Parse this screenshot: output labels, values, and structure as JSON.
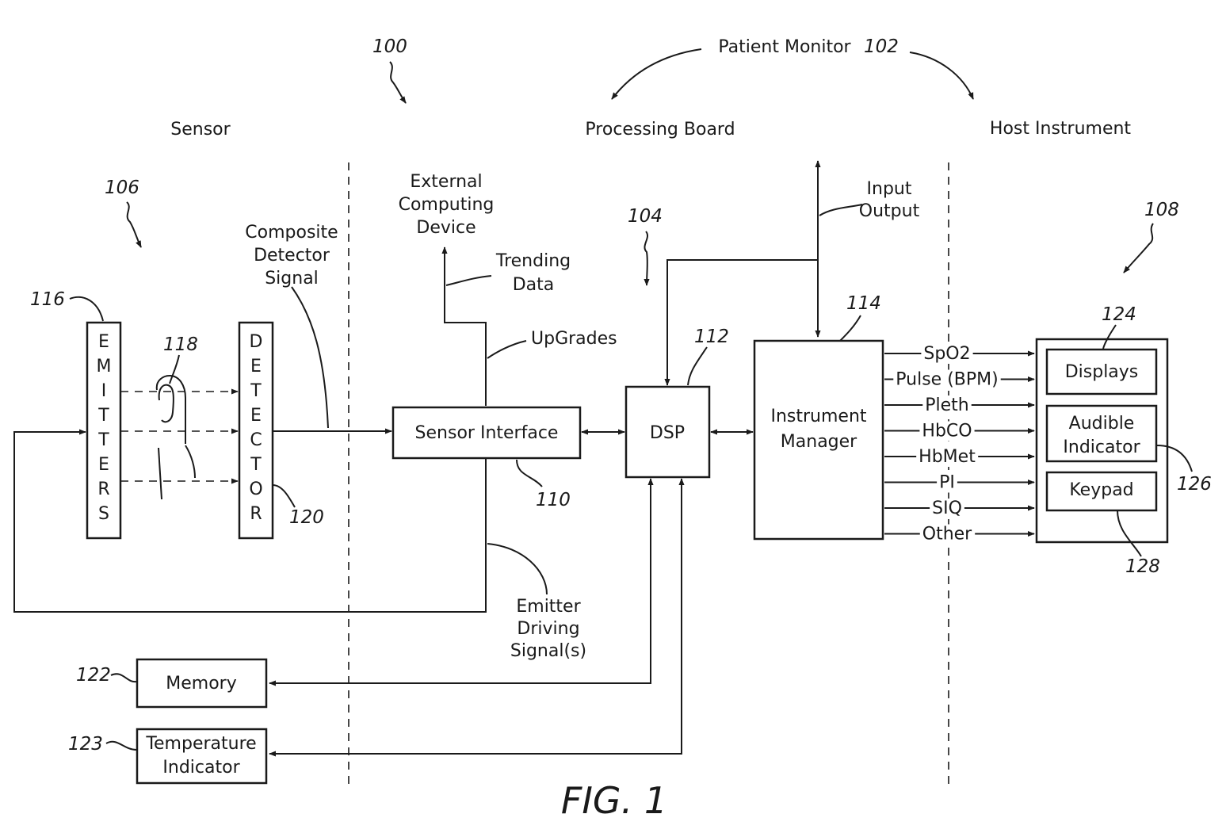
{
  "figure_label": "FIG. 1",
  "refs": {
    "system": "100",
    "patient_monitor": "102",
    "processing_board": "104",
    "sensor": "106",
    "host_instrument": "108",
    "sensor_interface": "110",
    "dsp": "112",
    "instrument_manager": "114",
    "emitters": "116",
    "finger": "118",
    "detector": "120",
    "memory": "122",
    "temperature_indicator": "123",
    "displays": "124",
    "audible_indicator": "126",
    "keypad": "128"
  },
  "headers": {
    "patient_monitor": "Patient Monitor",
    "sensor": "Sensor",
    "processing_board": "Processing Board",
    "host_instrument": "Host Instrument"
  },
  "blocks": {
    "emitters": [
      "E",
      "M",
      "I",
      "T",
      "T",
      "E",
      "R",
      "S"
    ],
    "detector": [
      "D",
      "E",
      "T",
      "E",
      "C",
      "T",
      "O",
      "R"
    ],
    "sensor_interface": "Sensor Interface",
    "dsp": "DSP",
    "instrument_manager": [
      "Instrument",
      "Manager"
    ],
    "memory": "Memory",
    "temperature_indicator": [
      "Temperature",
      "Indicator"
    ],
    "displays": "Displays",
    "audible_indicator": [
      "Audible",
      "Indicator"
    ],
    "keypad": "Keypad"
  },
  "annotations": {
    "composite_signal": [
      "Composite",
      "Detector",
      "Signal"
    ],
    "external_device": [
      "External",
      "Computing",
      "Device"
    ],
    "trending_data": [
      "Trending",
      "Data"
    ],
    "upgrades": "UpGrades",
    "emitter_driving": [
      "Emitter",
      "Driving",
      "Signal(s)"
    ],
    "input_output": [
      "Input",
      "Output"
    ]
  },
  "outputs": [
    "SpO2",
    "Pulse (BPM)",
    "Pleth",
    "HbCO",
    "HbMet",
    "PI",
    "SIQ",
    "Other"
  ]
}
